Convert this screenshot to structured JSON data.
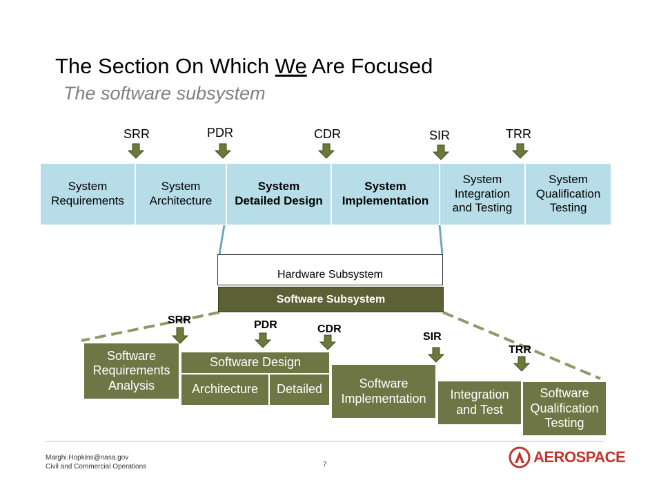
{
  "title": {
    "pre": "The Section On Which ",
    "we": "We",
    "post": " Are Focused"
  },
  "subtitle": "The software subsystem",
  "top_milestones": [
    "SRR",
    "PDR",
    "CDR",
    "SIR",
    "TRR"
  ],
  "top_phases": [
    {
      "line1": "System",
      "line2": "Requirements",
      "line3": ""
    },
    {
      "line1": "System",
      "line2": "Architecture",
      "line3": ""
    },
    {
      "line1": "System",
      "line2": "Detailed Design",
      "line3": ""
    },
    {
      "line1": "System",
      "line2": "Implementation",
      "line3": ""
    },
    {
      "line1": "System",
      "line2": "Integration",
      "line3": "and Testing"
    },
    {
      "line1": "System",
      "line2": "Qualification",
      "line3": "Testing"
    }
  ],
  "hardware_subsystem": "Hardware Subsystem",
  "software_subsystem": "Software Subsystem",
  "bottom_milestones": [
    "SRR",
    "PDR",
    "CDR",
    "SIR",
    "TRR"
  ],
  "bottom_phases": {
    "req": {
      "line1": "Software",
      "line2": "Requirements",
      "line3": "Analysis"
    },
    "design": "Software Design",
    "architecture": "Architecture",
    "detailed": "Detailed",
    "impl": {
      "line1": "Software",
      "line2": "Implementation"
    },
    "integ": {
      "line1": "Integration",
      "line2": "and Test"
    },
    "qual": {
      "line1": "Software",
      "line2": "Qualification",
      "line3": "Testing"
    }
  },
  "footer": {
    "email": "Marghi.Hopkins@nasa.gov",
    "org": "Civil and Commercial Operations",
    "page": "7",
    "logo": "AEROSPACE"
  },
  "colors": {
    "top_box": "#b7dde8",
    "olive": "#6f7645",
    "arrow": "#6a7a3a",
    "accent": "#c0362c"
  }
}
